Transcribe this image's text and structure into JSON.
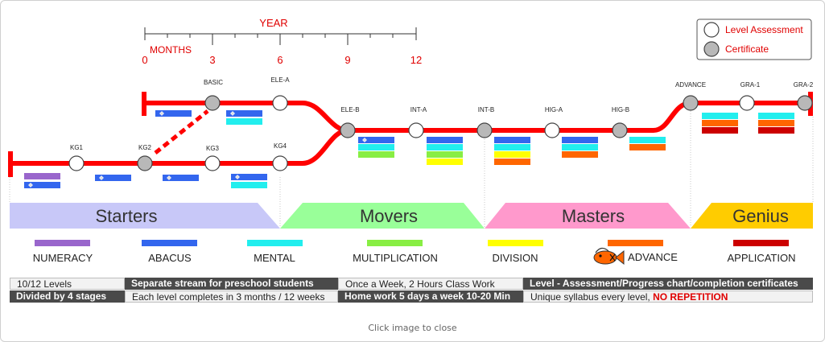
{
  "axis": {
    "year_label": "YEAR",
    "months_label": "MONTHS",
    "ticks": [
      "0",
      "3",
      "6",
      "9",
      "12"
    ]
  },
  "legend_box": {
    "level_assessment": "Level Assessment",
    "certificate": "Certificate"
  },
  "nodes": {
    "kg1": "KG1",
    "kg2": "KG2",
    "kg3": "KG3",
    "kg4": "KG4",
    "basic": "BASIC",
    "ele_a": "ELE-A",
    "ele_b": "ELE-B",
    "int_a": "INT-A",
    "int_b": "INT-B",
    "hig_a": "HIG-A",
    "hig_b": "HIG-B",
    "advance": "ADVANCE",
    "gra_1": "GRA-1",
    "gra_2": "GRA-2"
  },
  "stages": {
    "starters": "Starters",
    "movers": "Movers",
    "masters": "Masters",
    "genius": "Genius"
  },
  "subjects": {
    "numeracy": "NUMERACY",
    "abacus": "ABACUS",
    "mental": "MENTAL",
    "multiplication": "MULTIPLICATION",
    "division": "DIVISION",
    "advance": "ADVANCE",
    "application": "APPLICATION"
  },
  "colors": {
    "track": "#ff0000",
    "numeracy": "#9966cc",
    "abacus": "#3366ee",
    "mental": "#22eeee",
    "multiplication": "#88ee44",
    "division": "#ffff00",
    "advance": "#ff6600",
    "application": "#cc0000",
    "starters": "#c8c8f8",
    "movers": "#99ff99",
    "masters": "#ff99cc",
    "genius": "#ffcc00"
  },
  "info_table": {
    "r1c1": "10/12 Levels",
    "r1c2": "Separate stream for preschool students",
    "r1c3": "Once a Week, 2 Hours Class Work",
    "r1c4": "Level - Assessment/Progress chart/completion certificates",
    "r2c1": "Divided by 4 stages",
    "r2c2": "Each level completes in 3 months / 12 weeks",
    "r2c3": "Home work 5 days a week 10-20 Min",
    "r2c4_prefix": "Unique syllabus every level, ",
    "r2c4_highlight": "NO REPETITION"
  },
  "close_caption": "Click image to close"
}
